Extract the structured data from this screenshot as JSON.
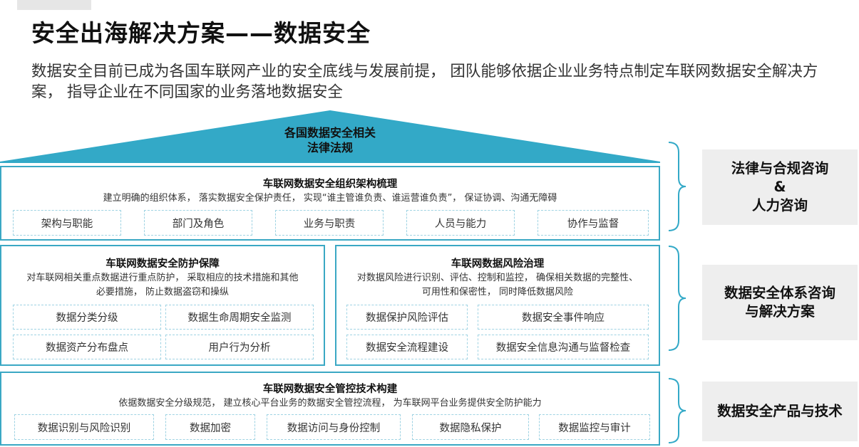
{
  "title": "安全出海解决方案——数据安全",
  "intro": "数据安全目前已成为各国车联网产业的安全底线与发展前提， 团队能够依据企业业务特点制定车联网数据安全解决方案， 指导企业在不同国家的业务落地数据安全",
  "roof": {
    "line1": "各国数据安全相关",
    "line2": "法律法规"
  },
  "org": {
    "title": "车联网数据安全组织架构梳理",
    "desc": "建立明确的组织体系， 落实数据安全保护责任， 实现“谁主管谁负责、谁运营谁负责”， 保证协调、沟通无障碍",
    "items": [
      "架构与职能",
      "部门及角色",
      "业务与职责",
      "人员与能力",
      "协作与监督"
    ]
  },
  "protection": {
    "title": "车联网数据安全防护保障",
    "desc1": "对车联网相关重点数据进行重点防护， 采取相应的技术措施和其他",
    "desc2": "必要措施， 防止数据盗窃和操纵",
    "items": [
      "数据分类分级",
      "数据生命周期安全监测",
      "数据资产分布盘点",
      "用户行为分析"
    ]
  },
  "risk": {
    "title": "车联网数据风险治理",
    "desc1": "对数据风险进行识别、评估、控制和监控， 确保相关数据的完整性、",
    "desc2": "可用性和保密性， 同时降低数据风险",
    "items": [
      "数据保护风险评估",
      "数据安全事件响应",
      "数据安全流程建设",
      "数据安全信息沟通与监督检查"
    ]
  },
  "tech": {
    "title": "车联网数据安全管控技术构建",
    "desc": "依据数据安全分级规范， 建立核心平台业务的数据安全管控流程， 为车联网平台业务提供安全防护能力",
    "items": [
      "数据识别与风险识别",
      "数据加密",
      "数据访问与身份控制",
      "数据隐私保护",
      "数据监控与审计"
    ]
  },
  "side": {
    "legal_line1": "法律与合规咨询",
    "legal_amp": "&",
    "legal_line2": "人力咨询",
    "system_line1": "数据安全体系咨询",
    "system_line2": "与解决方案",
    "product": "数据安全产品与技术"
  },
  "colors": {
    "accent": "#33a9c7",
    "border": "#3aa8c4",
    "dashed": "#9fd3e3",
    "side_bg": "#eeeeee"
  }
}
